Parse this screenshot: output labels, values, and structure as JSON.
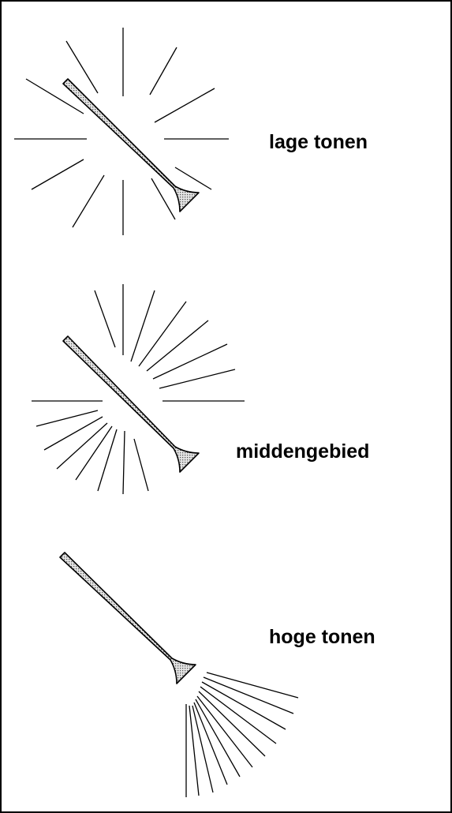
{
  "labels": {
    "low": "lage tonen",
    "mid": "middengebied",
    "high": "hoge tonen"
  },
  "colors": {
    "ink": "#000000",
    "horn_fill": "#cfcfcf",
    "frame": "#000000"
  }
}
